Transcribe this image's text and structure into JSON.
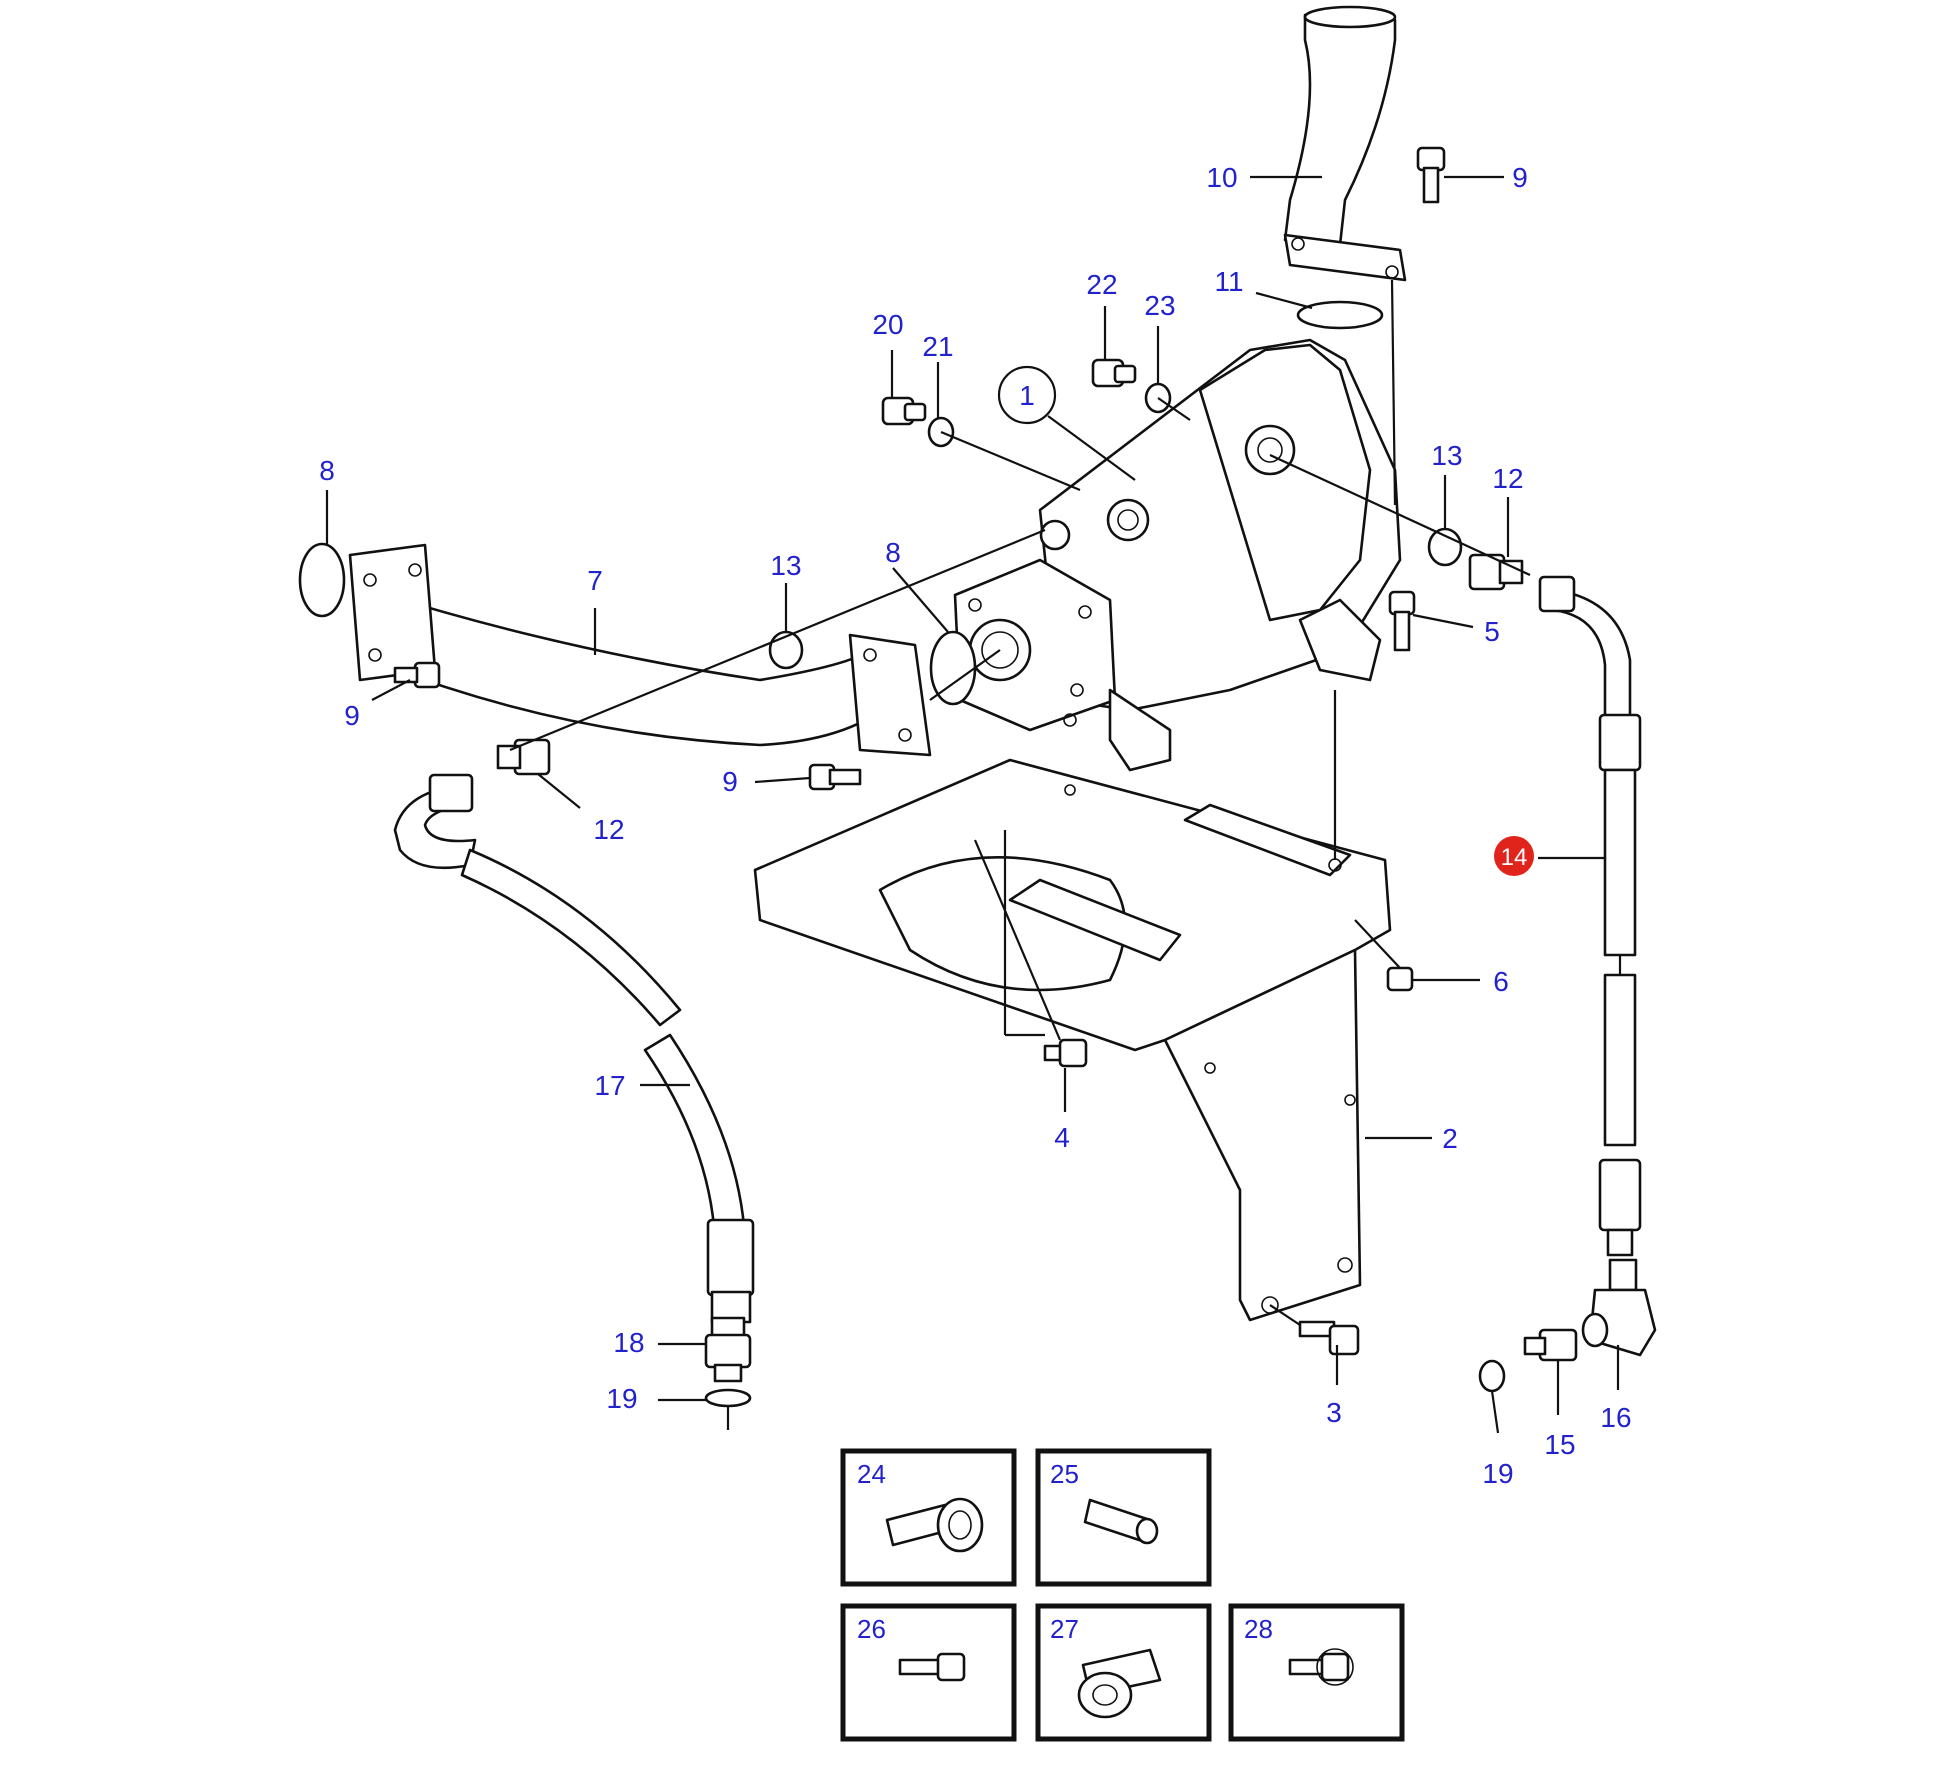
{
  "diagram": {
    "labels": {
      "p1": "1",
      "p2": "2",
      "p3": "3",
      "p4": "4",
      "p5": "5",
      "p6": "6",
      "p7": "7",
      "p8a": "8",
      "p8b": "8",
      "p9a": "9",
      "p9b": "9",
      "p9c": "9",
      "p10": "10",
      "p11": "11",
      "p12a": "12",
      "p12b": "12",
      "p13a": "13",
      "p13b": "13",
      "p14": "14",
      "p15": "15",
      "p16": "16",
      "p17": "17",
      "p18": "18",
      "p19a": "19",
      "p19b": "19",
      "p20": "20",
      "p21": "21",
      "p22": "22",
      "p23": "23"
    },
    "boxes": {
      "b24": "24",
      "b25": "25",
      "b26": "26",
      "b27": "27",
      "b28": "28"
    },
    "highlight_color": "#e0231b",
    "label_color": "#2222cc"
  }
}
